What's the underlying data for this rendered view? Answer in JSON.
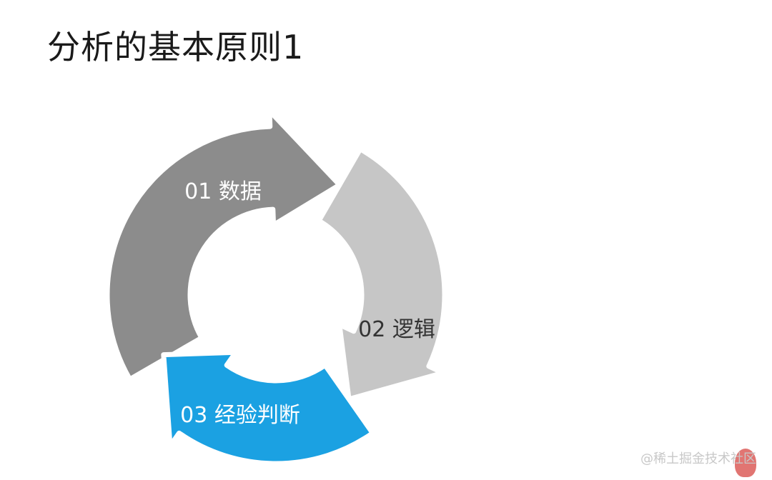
{
  "title": "分析的基本原则1",
  "cycle": [
    {
      "label": "01 数据",
      "color": "#8c8c8c",
      "text_color": "#ffffff"
    },
    {
      "label": "02 逻辑",
      "color": "#c6c6c6",
      "text_color": "#333333"
    },
    {
      "label": "03 经验判断",
      "color": "#1ba1e2",
      "text_color": "#ffffff"
    }
  ],
  "watermark": "@稀土掘金技术社区"
}
